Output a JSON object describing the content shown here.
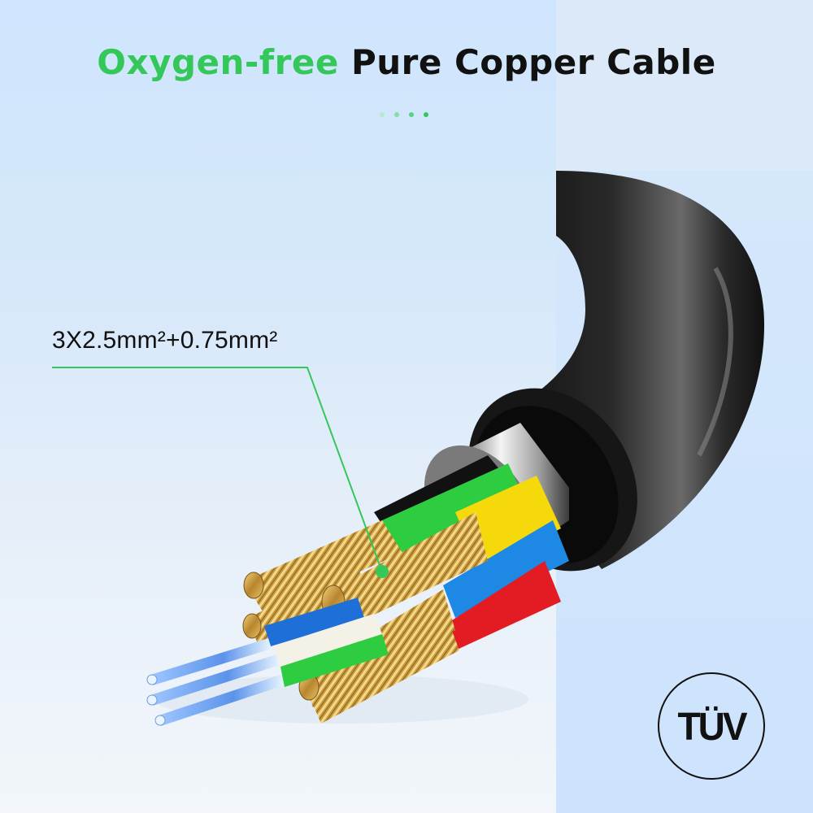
{
  "headline": {
    "highlight": "Oxygen-free",
    "rest": "Pure Copper Cable",
    "highlight_color": "#34c759",
    "text_color": "#111111"
  },
  "pager_dots": [
    {
      "color": "#b6e8cc"
    },
    {
      "color": "#86dba7"
    },
    {
      "color": "#5ccf86"
    },
    {
      "color": "#34c759"
    }
  ],
  "spec": {
    "label": "3X2.5mm²+0.75mm²",
    "callout_color": "#34c759"
  },
  "cable": {
    "jacket_color": "#1e1e1e",
    "shield_color": "#c8c8c8",
    "core_colors": [
      "#2ecc40",
      "#f5d90a",
      "#1e88e5",
      "#e31b23",
      "#111111"
    ],
    "conductor": "copper",
    "conductor_color": "#c9a24a"
  },
  "certification": {
    "mark": "TÜV"
  }
}
